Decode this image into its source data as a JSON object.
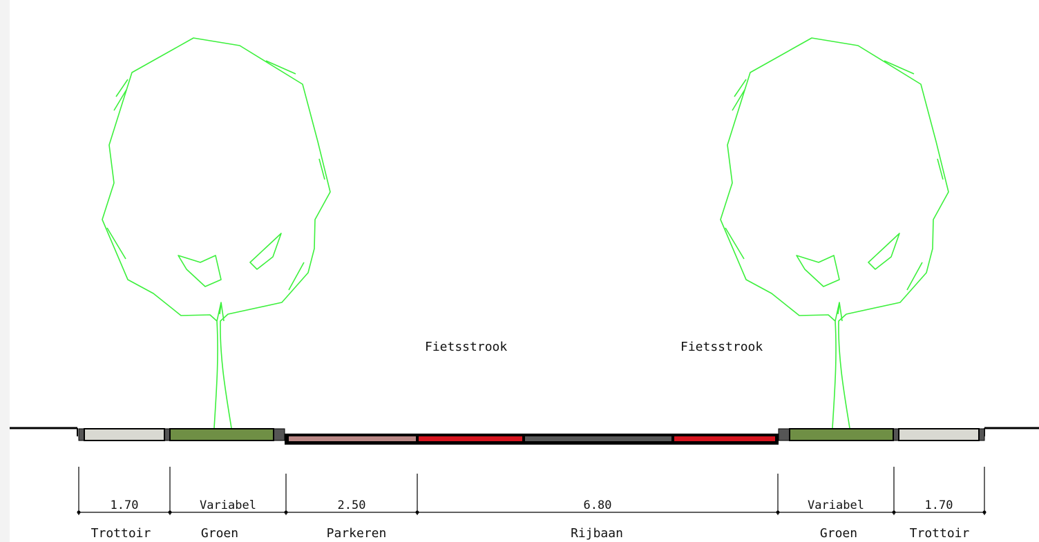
{
  "background": {
    "frame_color": "#f3f3f3",
    "paper_color": "#ffffff"
  },
  "annotations": [
    {
      "id": "fietsstrook-left",
      "text": "Fietsstrook"
    },
    {
      "id": "fietsstrook-right",
      "text": "Fietsstrook"
    }
  ],
  "segments": [
    {
      "id": "trottoir-left",
      "dimension": "1.70",
      "label": "Trottoir",
      "color": "#d9d9d2"
    },
    {
      "id": "groen-left",
      "dimension": "Variabel",
      "label": "Groen",
      "color": "#6f8f45"
    },
    {
      "id": "parkeren",
      "dimension": "2.50",
      "label": "Parkeren",
      "color": "#b98785"
    },
    {
      "id": "rijbaan",
      "dimension": "6.80",
      "label": "Rijbaan",
      "color": "#595959"
    },
    {
      "id": "groen-right",
      "dimension": "Variabel",
      "label": "Groen",
      "color": "#6f8f45"
    },
    {
      "id": "trottoir-right",
      "dimension": "1.70",
      "label": "Trottoir",
      "color": "#d9d9d2"
    }
  ],
  "colors": {
    "tree": "#3cf03c",
    "bike_lane": "#d6141f",
    "curb": "#555555",
    "outline": "#000000"
  }
}
